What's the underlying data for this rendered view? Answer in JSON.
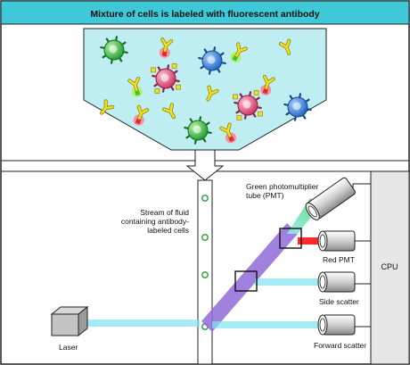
{
  "header": {
    "title": "Mixture of cells is labeled with fluorescent antibody"
  },
  "labels": {
    "stream_line1": "Stream of fluid",
    "stream_line2": "containing antibody-",
    "stream_line3": "labeled cells",
    "green_pmt_line1": "Green photomultiplier",
    "green_pmt_line2": "tube (PMT)",
    "red_pmt": "Red PMT",
    "side_scatter": "Side scatter",
    "forward_scatter": "Forward scatter",
    "laser": "Laser",
    "cpu": "CPU"
  },
  "colors": {
    "header_bg": "#3ec8d8",
    "mixture_bg": "#bfeef2",
    "cell_green": "#2fae3b",
    "cell_blue": "#2f7fd8",
    "cell_pink": "#e04a78",
    "antibody": "#f0e020",
    "green_glow": "#b6f04a",
    "red_glow": "#ff7a8a",
    "laser_beam": "#8f6bd8",
    "cyan_beam": "#7fe3ee",
    "red_beam": "#ff2a2a",
    "cpu_bg": "#e6e6e6"
  }
}
